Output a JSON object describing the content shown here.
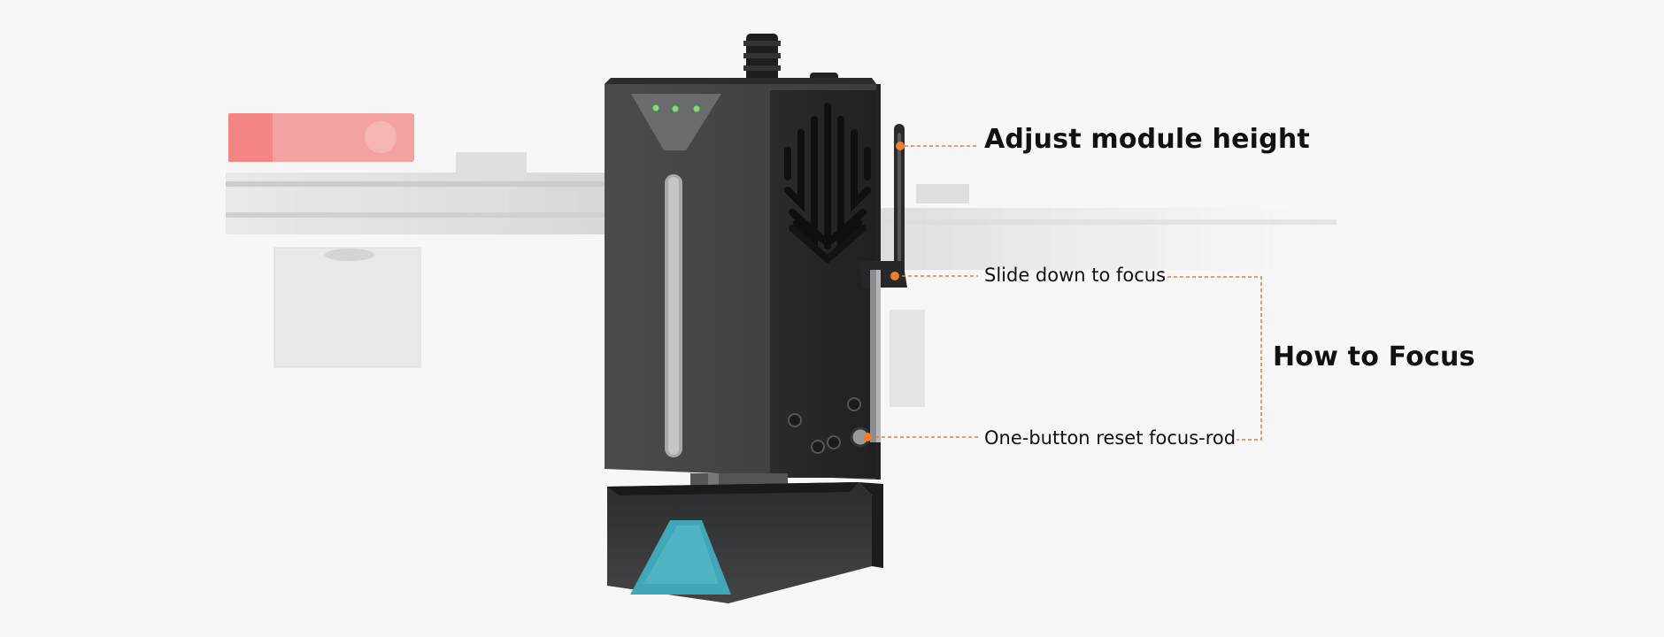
{
  "annotations": {
    "adjust_height": "Adjust module height",
    "slide_down": "Slide down to focus",
    "how_to_focus": "How to Focus",
    "reset_rod": "One-button reset focus-rod"
  },
  "colors": {
    "accent": "#ee7d32",
    "module_body": "#3b3c3e",
    "led": "#7be06a",
    "lens_cover": "#3fa7b8",
    "red_part": "#f06060",
    "background": "#f7f7f7"
  }
}
